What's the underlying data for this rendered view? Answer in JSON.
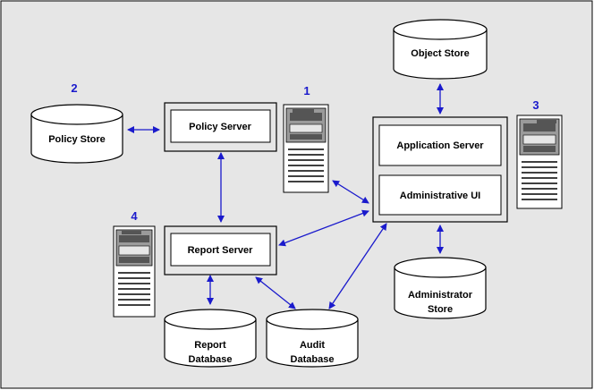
{
  "colors": {
    "background": "#e6e6e6",
    "white": "#ffffff",
    "border": "#000000",
    "arrow": "#1a1acc",
    "number": "#1a1acc",
    "server_dark": "#555555",
    "server_mid": "#9a9a9a"
  },
  "numbers": {
    "n1": "1",
    "n2": "2",
    "n3": "3",
    "n4": "4"
  },
  "nodes": {
    "policy_store": "Policy Store",
    "object_store": "Object Store",
    "policy_server": "Policy Server",
    "application_server": "Application Server",
    "administrative_ui": "Administrative UI",
    "report_server": "Report Server",
    "administrator_store_line1": "Administrator",
    "administrator_store_line2": "Store",
    "report_database_line1": "Report",
    "report_database_line2": "Database",
    "audit_database_line1": "Audit",
    "audit_database_line2": "Database"
  },
  "icons": {
    "server_1": "server-tower-icon",
    "server_3": "server-tower-icon",
    "server_4": "server-tower-icon"
  }
}
